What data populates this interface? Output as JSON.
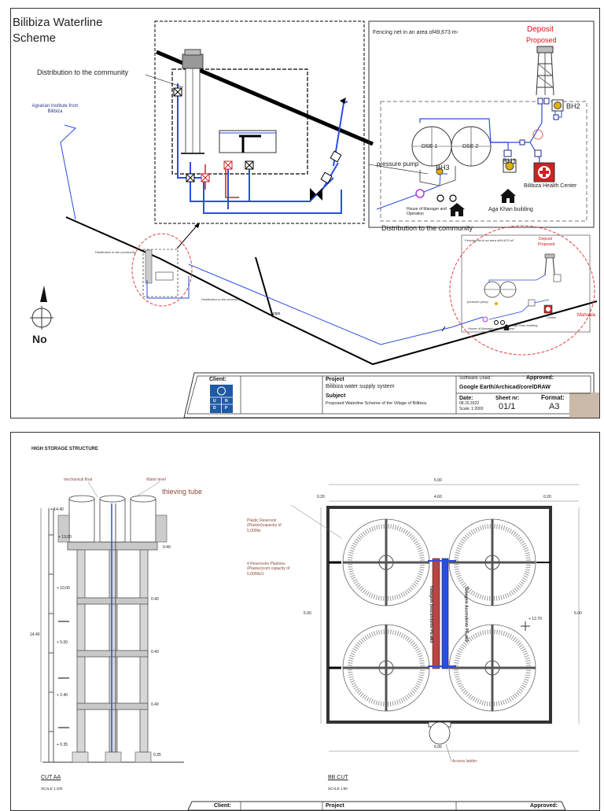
{
  "sheet1": {
    "title": "Bilibiza Waterline Scheme",
    "distribution_top": "Distribution to the community",
    "agrarian_institute": "Agrarian Institute from Bilibiza",
    "fencing_note": "Fencing net in an area of49,673 m",
    "fencing_unit": "²",
    "deposit": "Deposit",
    "proposed": "Proposed",
    "bh2": "BH2",
    "bh1": "BH1",
    "bh3": "BH3",
    "dse1": "DSE 1",
    "dse2": "DSE 2",
    "pressure_pump": "pressure pump",
    "health_center": "Bilibiza Health Center",
    "house_manager": "House of Manager and Operation",
    "aga_khan": "Aga Khan building",
    "distribution_bottom": "Distribution to the community",
    "north": "No",
    "mini_distribution_1": "Distribution to the community",
    "mini_distribution_2": "Distribution to the community",
    "mini_fencing": "Fencing net in an area of49,673 m²",
    "mini_deposit": "Deposit",
    "mini_proposed": "Proposed",
    "mini_pressure": "pressure pump",
    "mini_manager": "House of Manager and Operation",
    "mini_aga": "Aga Khan building",
    "mini_center": "Center",
    "mahuala": "Mahuala",
    "pipe_label": "pipe",
    "title_block": {
      "client_label": "Client:",
      "project_label": "Project",
      "project_value": "Bilibiza water supply system",
      "subject_label": "Subject",
      "subject_value": "Proposed Waterline Scheme of the Village of Bilibiza",
      "software_label": "Software Used :",
      "software_value": "Google Earth/Archicad/corelDRAW",
      "approved_label": "Approved:",
      "date_label": "Date:",
      "date_value": "08.15.2022",
      "scale_value": "Scale: 1:2000",
      "sheet_label": "Sheet nr:",
      "sheet_value": "01/1",
      "format_label": "Format:",
      "format_value": "A3",
      "undp_top": "U N",
      "undp_bottom": "D P"
    }
  },
  "sheet2": {
    "title": "HIGH STORAGE STRUCTURE",
    "mechanical_float": "mechanical float",
    "water_level": "Water level",
    "thieving_tube": "thieving tube",
    "lv_1440": "+ 14.40",
    "lv_1300": "+ 13.00",
    "lv_1000": "+ 10.00",
    "lv_500": "+ 5.00",
    "lv_240": "+ 2.40",
    "lv_035": "+ 0.35",
    "dim_1440": "14.40",
    "dim_040a": "0.40",
    "dim_040b": "0.40",
    "dim_040c": "0.40",
    "dim_040d": "0.40",
    "dim_035": "0.35",
    "cut_aa": "CUT AA",
    "scale_aa": "SCALE 1:100",
    "plastic_reservoir": "Plastic Reservoir (Plastex)capacity of 5,000lts",
    "four_reservoirs": "4 Reservoirs Plastiros (Plastex)com capacity of 5,000lts/1",
    "dim_500_top": "5.00",
    "dim_460": "4.60",
    "dim_020_left": "0.20",
    "dim_020_right": "0.20",
    "dim_500_left": "5.00",
    "dim_500_right": "5.00",
    "dim_500_bottom": "5.00",
    "lv_1270": "+ 12.70",
    "pipe_label_a": "Tubagem Descendente PE-ø63",
    "pipe_label_b": "Tubagem Ascendente PE-ø63",
    "access_ladder": "Access ladder",
    "bb_cut": "BB CUT",
    "scale_bb": "SCALE 1:50",
    "tb_client": "Client:",
    "tb_project": "Project",
    "tb_approved": "Approved:"
  }
}
